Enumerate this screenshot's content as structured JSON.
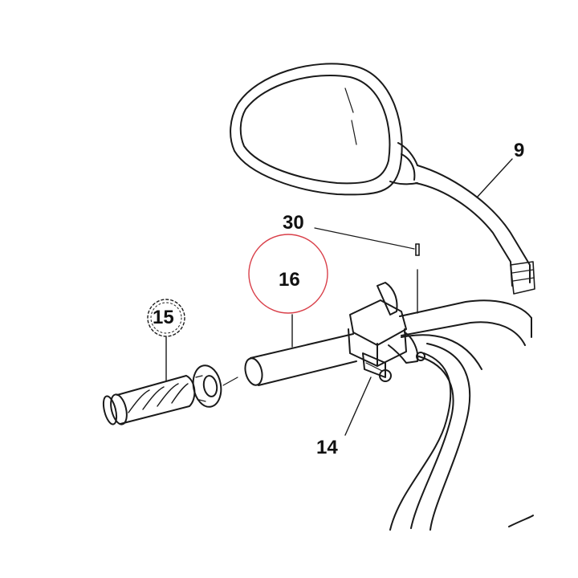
{
  "parts": [
    {
      "number": "9"
    },
    {
      "number": "30"
    },
    {
      "number": "16",
      "highlight": "#d9404a"
    },
    {
      "number": "15"
    },
    {
      "number": "14"
    }
  ],
  "colors": {
    "line": "#1a1a1a",
    "highlight": "#d9404a",
    "background": "#ffffff"
  }
}
